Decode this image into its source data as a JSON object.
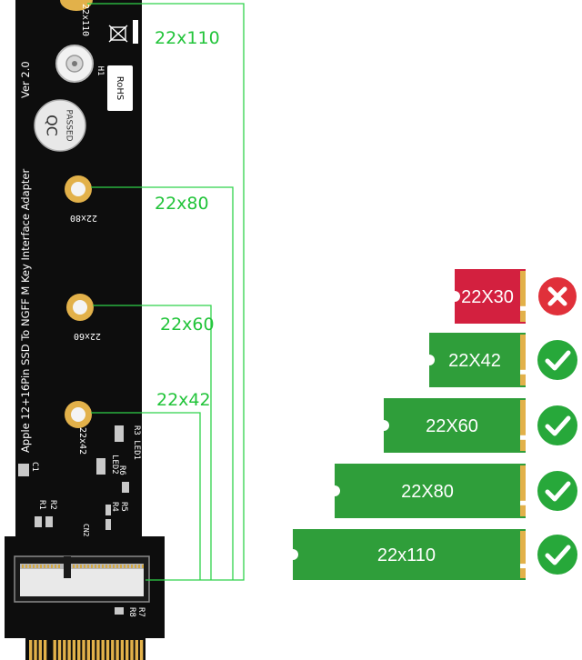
{
  "board": {
    "title_line1": "Apple 12+16Pin SSD To NGFF M Key Interface Adapter",
    "title_line2": "Ver 2.0",
    "qc_top": "QC",
    "qc_bottom": "PASSED",
    "rohs": "RoHS",
    "h1": "H1",
    "hole_110": "22x110",
    "hole_80": "22x80",
    "hole_60": "22x60",
    "hole_42": "22x42",
    "led1": "R3 LED1",
    "led2": "LED2",
    "r6": "R6",
    "r1": "R1",
    "r2": "R2",
    "c1": "C1",
    "r4": "R4",
    "r5": "R5",
    "cn2": "CN2",
    "r8": "R8",
    "r7": "R7"
  },
  "size_labels": {
    "s110": "22x110",
    "s80": "22x80",
    "s60": "22x60",
    "s42": "22x42"
  },
  "cards": [
    {
      "label": "22X30",
      "status": "incompatible",
      "color": "#d3203f"
    },
    {
      "label": "22X42",
      "status": "compatible",
      "color": "#2f9e3a"
    },
    {
      "label": "22X60",
      "status": "compatible",
      "color": "#2f9e3a"
    },
    {
      "label": "22X80",
      "status": "compatible",
      "color": "#2f9e3a"
    },
    {
      "label": "22x110",
      "status": "compatible",
      "color": "#2f9e3a"
    }
  ],
  "colors": {
    "pcb": "#0d0d0d",
    "guide_line": "#2fd24a",
    "gold": "#e2b14a",
    "check": "#27a83a",
    "cross": "#e0303a"
  }
}
